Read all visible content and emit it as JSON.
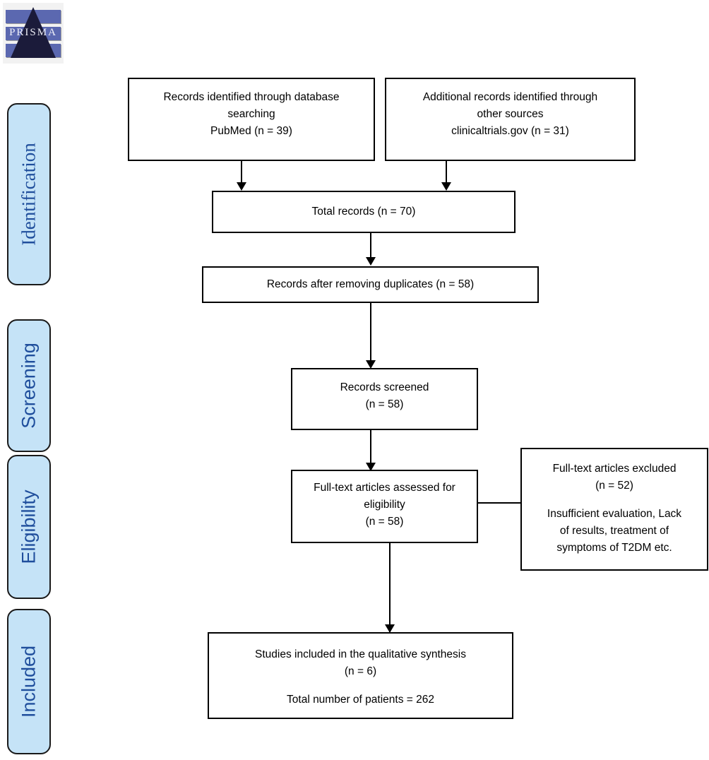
{
  "diagram": {
    "type": "prisma-flow-diagram",
    "logo": {
      "text": "PRISMA"
    },
    "stages": [
      {
        "id": "identification",
        "label": "Identification"
      },
      {
        "id": "screening",
        "label": "Screening"
      },
      {
        "id": "eligibility",
        "label": "Eligibility"
      },
      {
        "id": "included",
        "label": "Included"
      }
    ],
    "boxes": {
      "database_search": {
        "line1": "Records identified through database",
        "line2": "searching",
        "line3": "PubMed (n = 39)"
      },
      "other_sources": {
        "line1": "Additional records identified through",
        "line2": "other sources",
        "line3": "clinicaltrials.gov (n = 31)"
      },
      "total_records": {
        "line1": "Total records (n = 70)"
      },
      "after_duplicates": {
        "line1": "Records after removing duplicates (n = 58)"
      },
      "records_screened": {
        "line1": "Records screened",
        "line2": "(n = 58)"
      },
      "fulltext_assessed": {
        "line1": "Full-text articles assessed for",
        "line2": "eligibility",
        "line3": "(n = 58)"
      },
      "fulltext_excluded": {
        "line1": "Full-text articles excluded",
        "line2": "(n = 52)",
        "line3": "Insufficient evaluation, Lack",
        "line4": "of results, treatment of",
        "line5": "symptoms of T2DM etc."
      },
      "studies_included": {
        "line1": "Studies included in the qualitative synthesis",
        "line2": "(n = 6)",
        "line3": "Total number of patients = 262"
      }
    },
    "counts": {
      "pubmed_records": 39,
      "clinicaltrials_records": 31,
      "total_records": 70,
      "after_duplicates": 58,
      "records_screened": 58,
      "fulltext_assessed": 58,
      "fulltext_excluded": 52,
      "studies_included": 6,
      "total_patients": 262
    },
    "colors": {
      "stage_fill": "#c5e3f7",
      "stage_text": "#1f4e9c",
      "box_border": "#000000",
      "box_fill": "#ffffff",
      "connector": "#000000"
    }
  }
}
